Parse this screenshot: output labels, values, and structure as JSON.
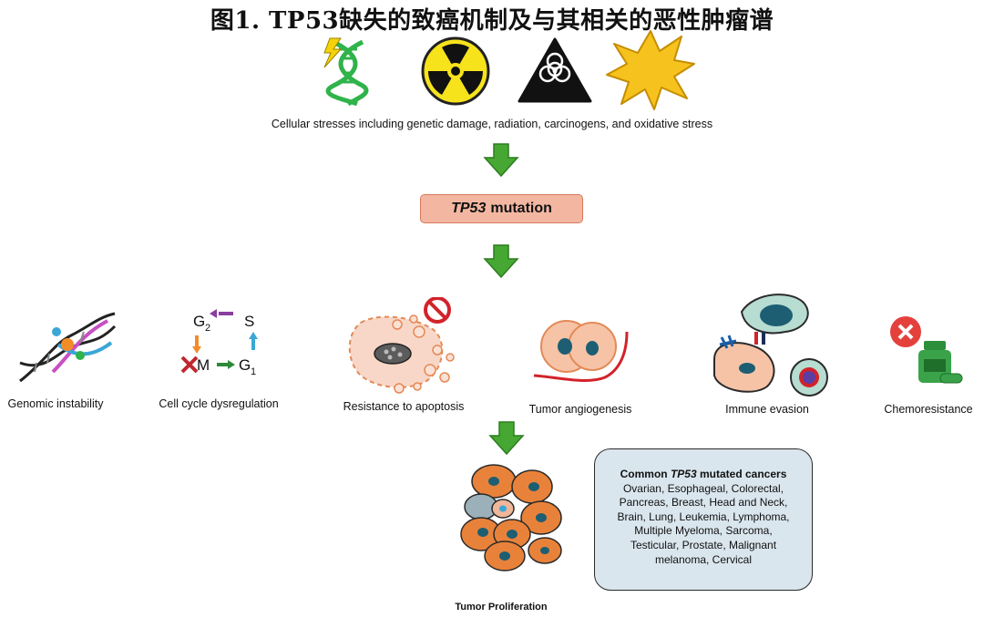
{
  "title": "图1. TP53缺失的致癌机制及与其相关的恶性肿瘤谱",
  "stresses": {
    "caption": "Cellular stresses including genetic damage, radiation, carcinogens, and oxidative stress",
    "icons": [
      "dna-damage-icon",
      "radiation-icon",
      "biohazard-icon",
      "explosion-icon"
    ]
  },
  "mutation": {
    "gene": "TP53",
    "label": "mutation"
  },
  "hallmarks": [
    {
      "label": "Genomic instability",
      "icon": "dna-helix-icon"
    },
    {
      "label": "Cell cycle dysregulation",
      "icon": "cell-cycle-icon"
    },
    {
      "label": "Resistance to apoptosis",
      "icon": "apoptotic-cell-icon"
    },
    {
      "label": "Tumor angiogenesis",
      "icon": "blood-vessel-cells-icon"
    },
    {
      "label": "Immune evasion",
      "icon": "immune-cells-icon"
    },
    {
      "label": "Chemoresistance",
      "icon": "drug-bottle-icon"
    }
  ],
  "cell_cycle": {
    "g2": "G",
    "g2_sub": "2",
    "s": "S",
    "m": "M",
    "g1": "G",
    "g1_sub": "1"
  },
  "proliferation": {
    "label": "Tumor Proliferation"
  },
  "cancers": {
    "heading_prefix": "Common",
    "heading_gene": "TP53",
    "heading_suffix": "mutated cancers",
    "lines": [
      "Ovarian, Esophageal, Colorectal,",
      "Pancreas,  Breast, Head and Neck,",
      "Brain,  Lung, Leukemia, Lymphoma,",
      "Multiple Myeloma, Sarcoma,",
      "Testicular, Prostate, Malignant",
      "melanoma, Cervical"
    ]
  },
  "colors": {
    "arrow": "#46a832",
    "mutation_fill": "#f3b7a1",
    "cancer_box_fill": "#dae6ee",
    "tumor_cell": "#e8823a",
    "nucleus": "#1d5e73"
  }
}
